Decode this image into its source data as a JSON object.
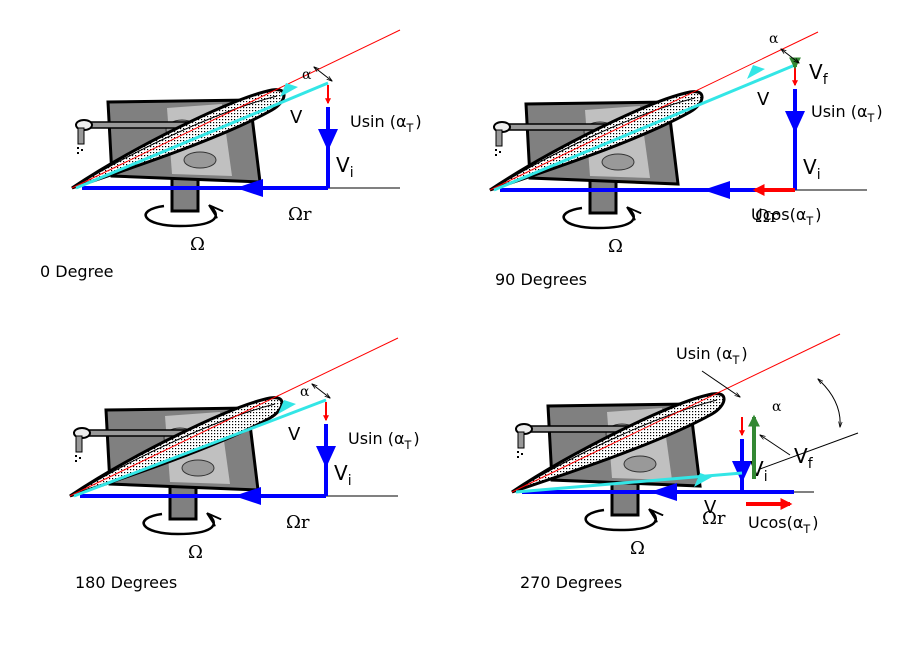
{
  "figure": {
    "title": "Blade element velocity components at azimuth positions",
    "colors": {
      "rotational_velocity": "#0000ff",
      "resultant_velocity": "#33e6e6",
      "chord_line": "#ff0000",
      "forward_component": "#ff0000",
      "flapping_velocity": "#338833",
      "hub_dark": "#808080",
      "hub_light": "#c0c0c0"
    },
    "panels": [
      {
        "caption": "0 Degree",
        "azimuth_deg": 0,
        "labels": {
          "alpha": "α",
          "usin": "Usin (α",
          "usin_sub": "T",
          "usin_close": ")",
          "v": "V",
          "vi": "V",
          "vi_sub": "i",
          "omega_r": "Ωr",
          "omega": "Ω"
        },
        "has_vf": false,
        "has_ucos": false
      },
      {
        "caption": "90 Degrees",
        "azimuth_deg": 90,
        "labels": {
          "alpha": "α",
          "vf": "V",
          "vf_sub": "f",
          "usin": "Usin (α",
          "usin_sub": "T",
          "usin_close": ")",
          "v": "V",
          "vi": "V",
          "vi_sub": "i",
          "omega_r": "Ωr",
          "omega": "Ω",
          "ucos": "Ucos(α",
          "ucos_sub": "T",
          "ucos_close": ")"
        },
        "has_vf": true,
        "vf_direction": "down",
        "has_ucos": true,
        "ucos_direction": "left"
      },
      {
        "caption": "180 Degrees",
        "azimuth_deg": 180,
        "labels": {
          "alpha": "α",
          "usin": "Usin (α",
          "usin_sub": "T",
          "usin_close": ")",
          "v": "V",
          "vi": "V",
          "vi_sub": "i",
          "omega_r": "Ωr",
          "omega": "Ω"
        },
        "has_vf": false,
        "has_ucos": false
      },
      {
        "caption": "270 Degrees",
        "azimuth_deg": 270,
        "labels": {
          "alpha": "α",
          "vf": "V",
          "vf_sub": "f",
          "usin": "Usin (α",
          "usin_sub": "T",
          "usin_close": ")",
          "v": "V",
          "vi": "V",
          "vi_sub": "i",
          "omega_r": "Ωr",
          "omega": "Ω",
          "ucos": "Ucos(α",
          "ucos_sub": "T",
          "ucos_close": ")"
        },
        "has_vf": true,
        "vf_direction": "up",
        "has_ucos": true,
        "ucos_direction": "right"
      }
    ]
  }
}
